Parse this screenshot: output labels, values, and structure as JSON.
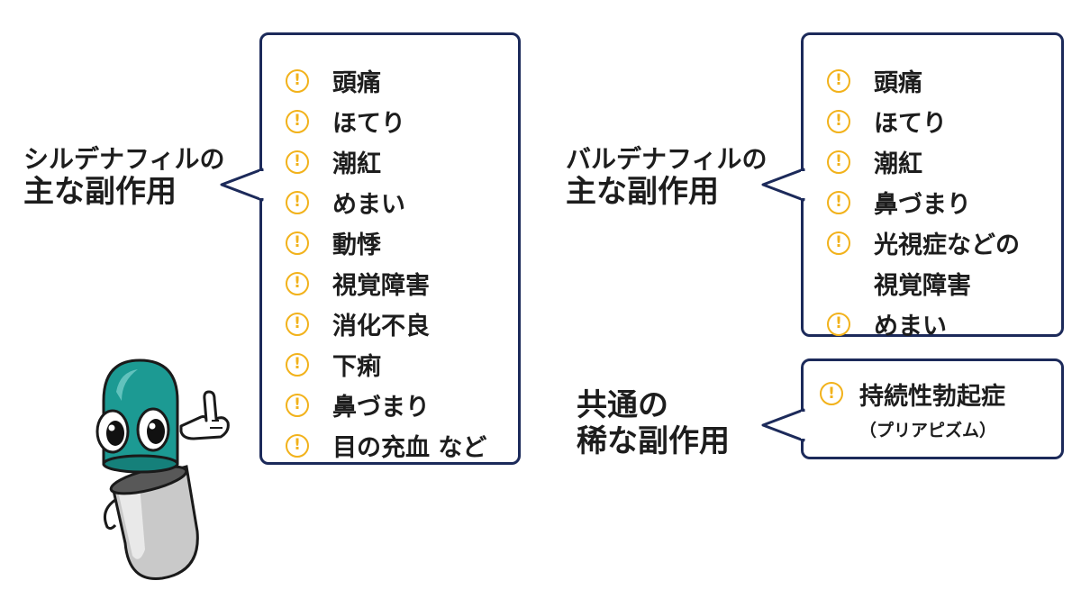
{
  "sildenafil": {
    "title_line1": "シルデナフィルの",
    "title_line2": "主な副作用",
    "items": [
      "頭痛",
      "ほてり",
      "潮紅",
      "めまい",
      "動悸",
      "視覚障害",
      "消化不良",
      "下痢",
      "鼻づまり",
      "目の充血 など"
    ]
  },
  "vardenafil": {
    "title_line1": "バルデナフィルの",
    "title_line2": "主な副作用",
    "items": [
      "頭痛",
      "ほてり",
      "潮紅",
      "鼻づまり",
      "光視症などの",
      "視覚障害",
      "めまい"
    ]
  },
  "common": {
    "title_line1": "共通の",
    "title_line2": "稀な副作用",
    "item": "持続性勃起症",
    "sub": "（プリアピズム）"
  },
  "icon": "exclamation-circle-icon",
  "colors": {
    "border": "#1c2a5a",
    "warn": "#f2b21b",
    "mascot_teal": "#1c9a93",
    "mascot_gray": "#c9c9c9"
  }
}
